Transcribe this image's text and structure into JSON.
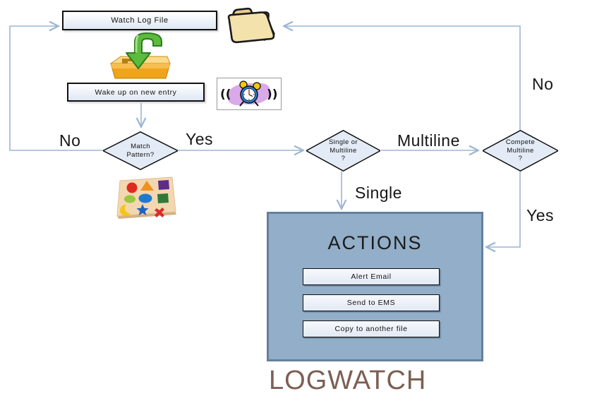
{
  "diagram": {
    "nodes": {
      "watch_log_file": "Watch Log File",
      "wake_up": "Wake up on new entry",
      "match_pattern": "Match\nPattern?",
      "single_or_multiline": "Single or\nMultiline\n?",
      "compete_multiline": "Compete\nMultiline\n?"
    },
    "edge_labels": {
      "no_left": "No",
      "yes_left": "Yes",
      "multiline": "Multiline",
      "single": "Single",
      "no_right": "No",
      "yes_right": "Yes"
    },
    "actions": {
      "title": "ACTIONS",
      "buttons": [
        "Alert Email",
        "Send to EMS",
        "Copy to another file"
      ]
    },
    "title": "LOGWATCH",
    "icons": {
      "folder": "open-folder-icon",
      "download": "download-inbox-icon",
      "alarm": "alarm-clock-icon",
      "puzzle": "shape-puzzle-icon"
    },
    "colors": {
      "connector": "#9CB6D3",
      "node_fill_light": "#E7EDF7",
      "diamond_fill": "#E3EBF6",
      "actions_fill": "#92AEC8",
      "actions_border": "#64809E",
      "logwatch_text": "#7C5F53"
    }
  }
}
